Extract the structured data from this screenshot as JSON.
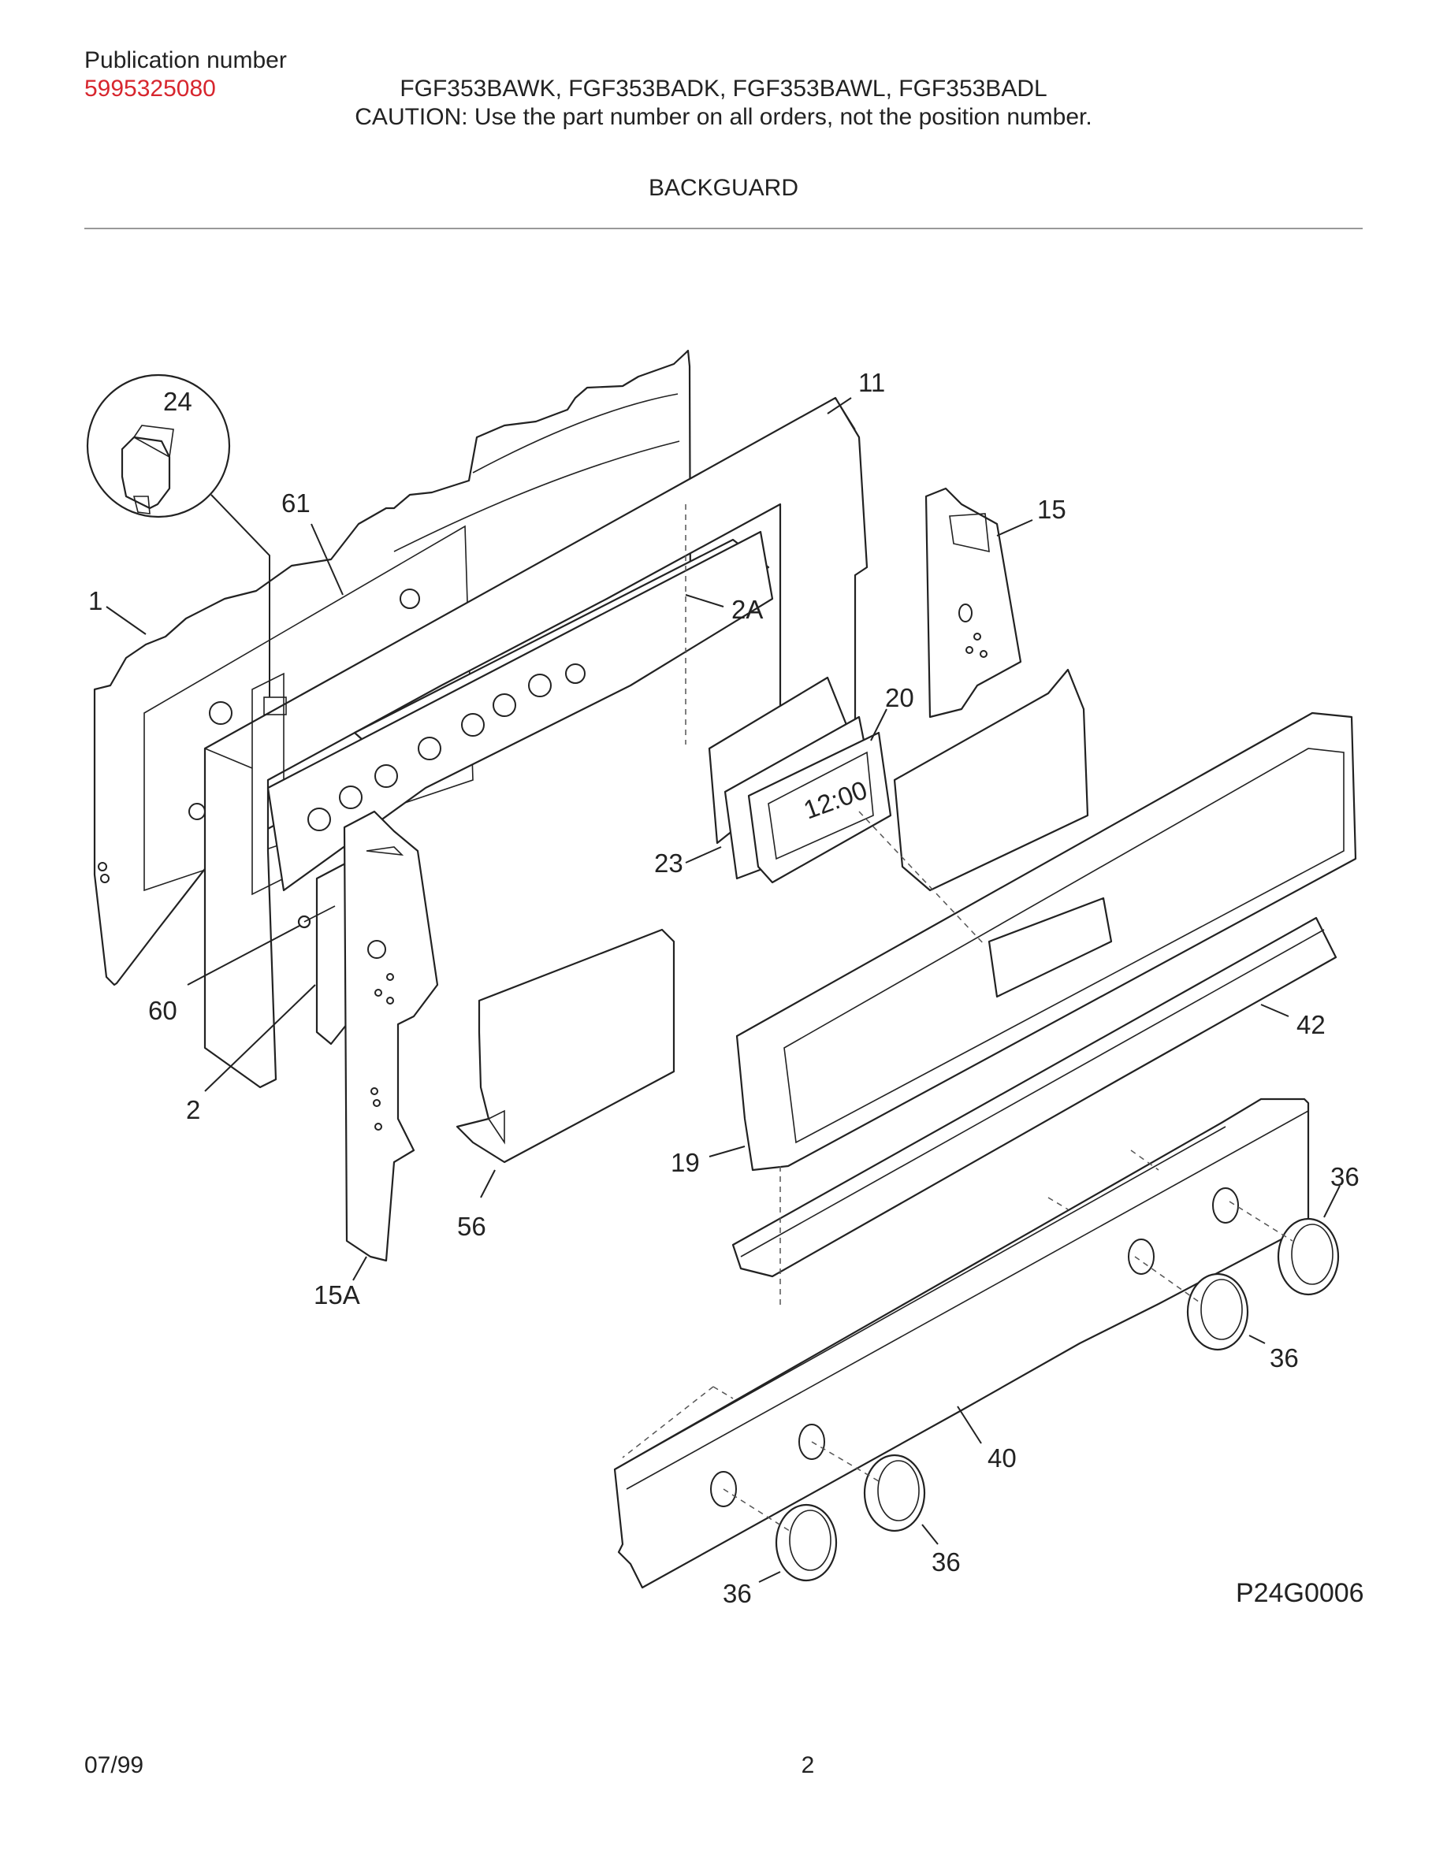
{
  "header": {
    "publication_label": "Publication number",
    "publication_number": "5995325080",
    "models": "FGF353BAWK, FGF353BADK, FGF353BAWL, FGF353BADL",
    "caution": "CAUTION:  Use the part number on all orders, not the position number."
  },
  "section": {
    "title": "BACKGUARD"
  },
  "diagram": {
    "figure_code": "P24G0006",
    "display_text": "12:00",
    "callouts": {
      "c24": "24",
      "c11": "11",
      "c61": "61",
      "c15": "15",
      "c1": "1",
      "c2A": "2A",
      "c20": "20",
      "c23": "23",
      "c60": "60",
      "c2": "2",
      "c56": "56",
      "c15A": "15A",
      "c19": "19",
      "c42": "42",
      "c36a": "36",
      "c36b": "36",
      "c40": "40",
      "c36c": "36",
      "c36d": "36"
    }
  },
  "footer": {
    "date": "07/99",
    "page": "2"
  }
}
